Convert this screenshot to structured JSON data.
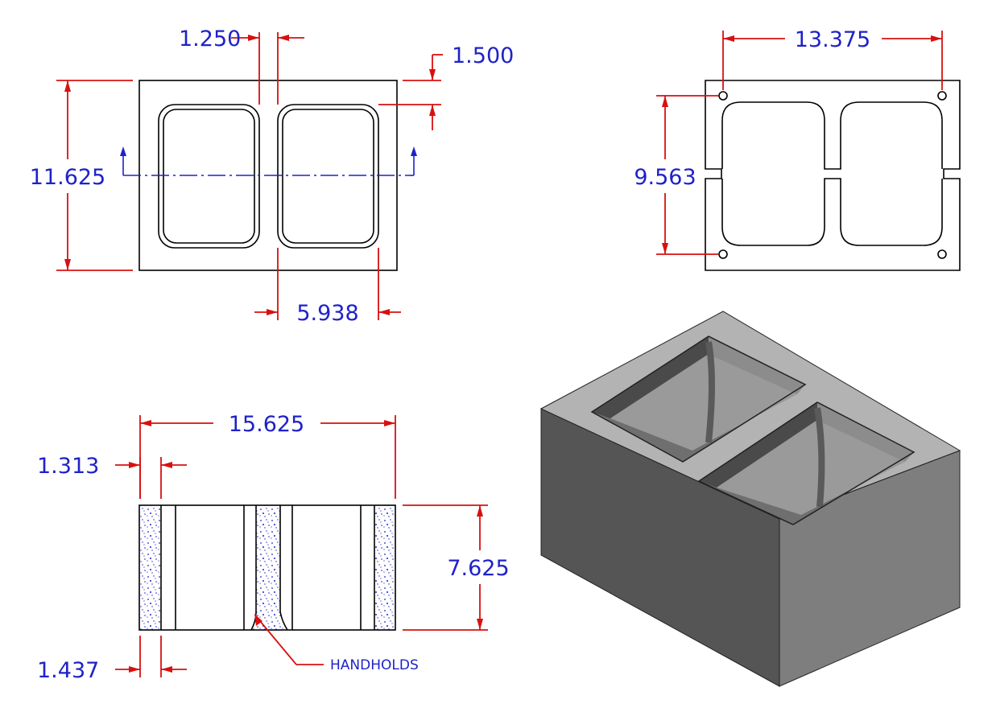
{
  "dimensions": {
    "top_web": "1.250",
    "top_face": "1.500",
    "top_height": "11.625",
    "top_cell": "5.938",
    "bottom_width": "13.375",
    "bottom_height": "9.563",
    "front_length": "15.625",
    "front_shell": "1.313",
    "front_height": "7.625",
    "front_bottom_shell": "1.437"
  },
  "notes": {
    "handholds": "HANDHOLDS"
  },
  "colors": {
    "dimension_line": "#d81010",
    "dimension_text": "#1f22c8",
    "object_line": "#000000",
    "block_shading": "#808080"
  }
}
